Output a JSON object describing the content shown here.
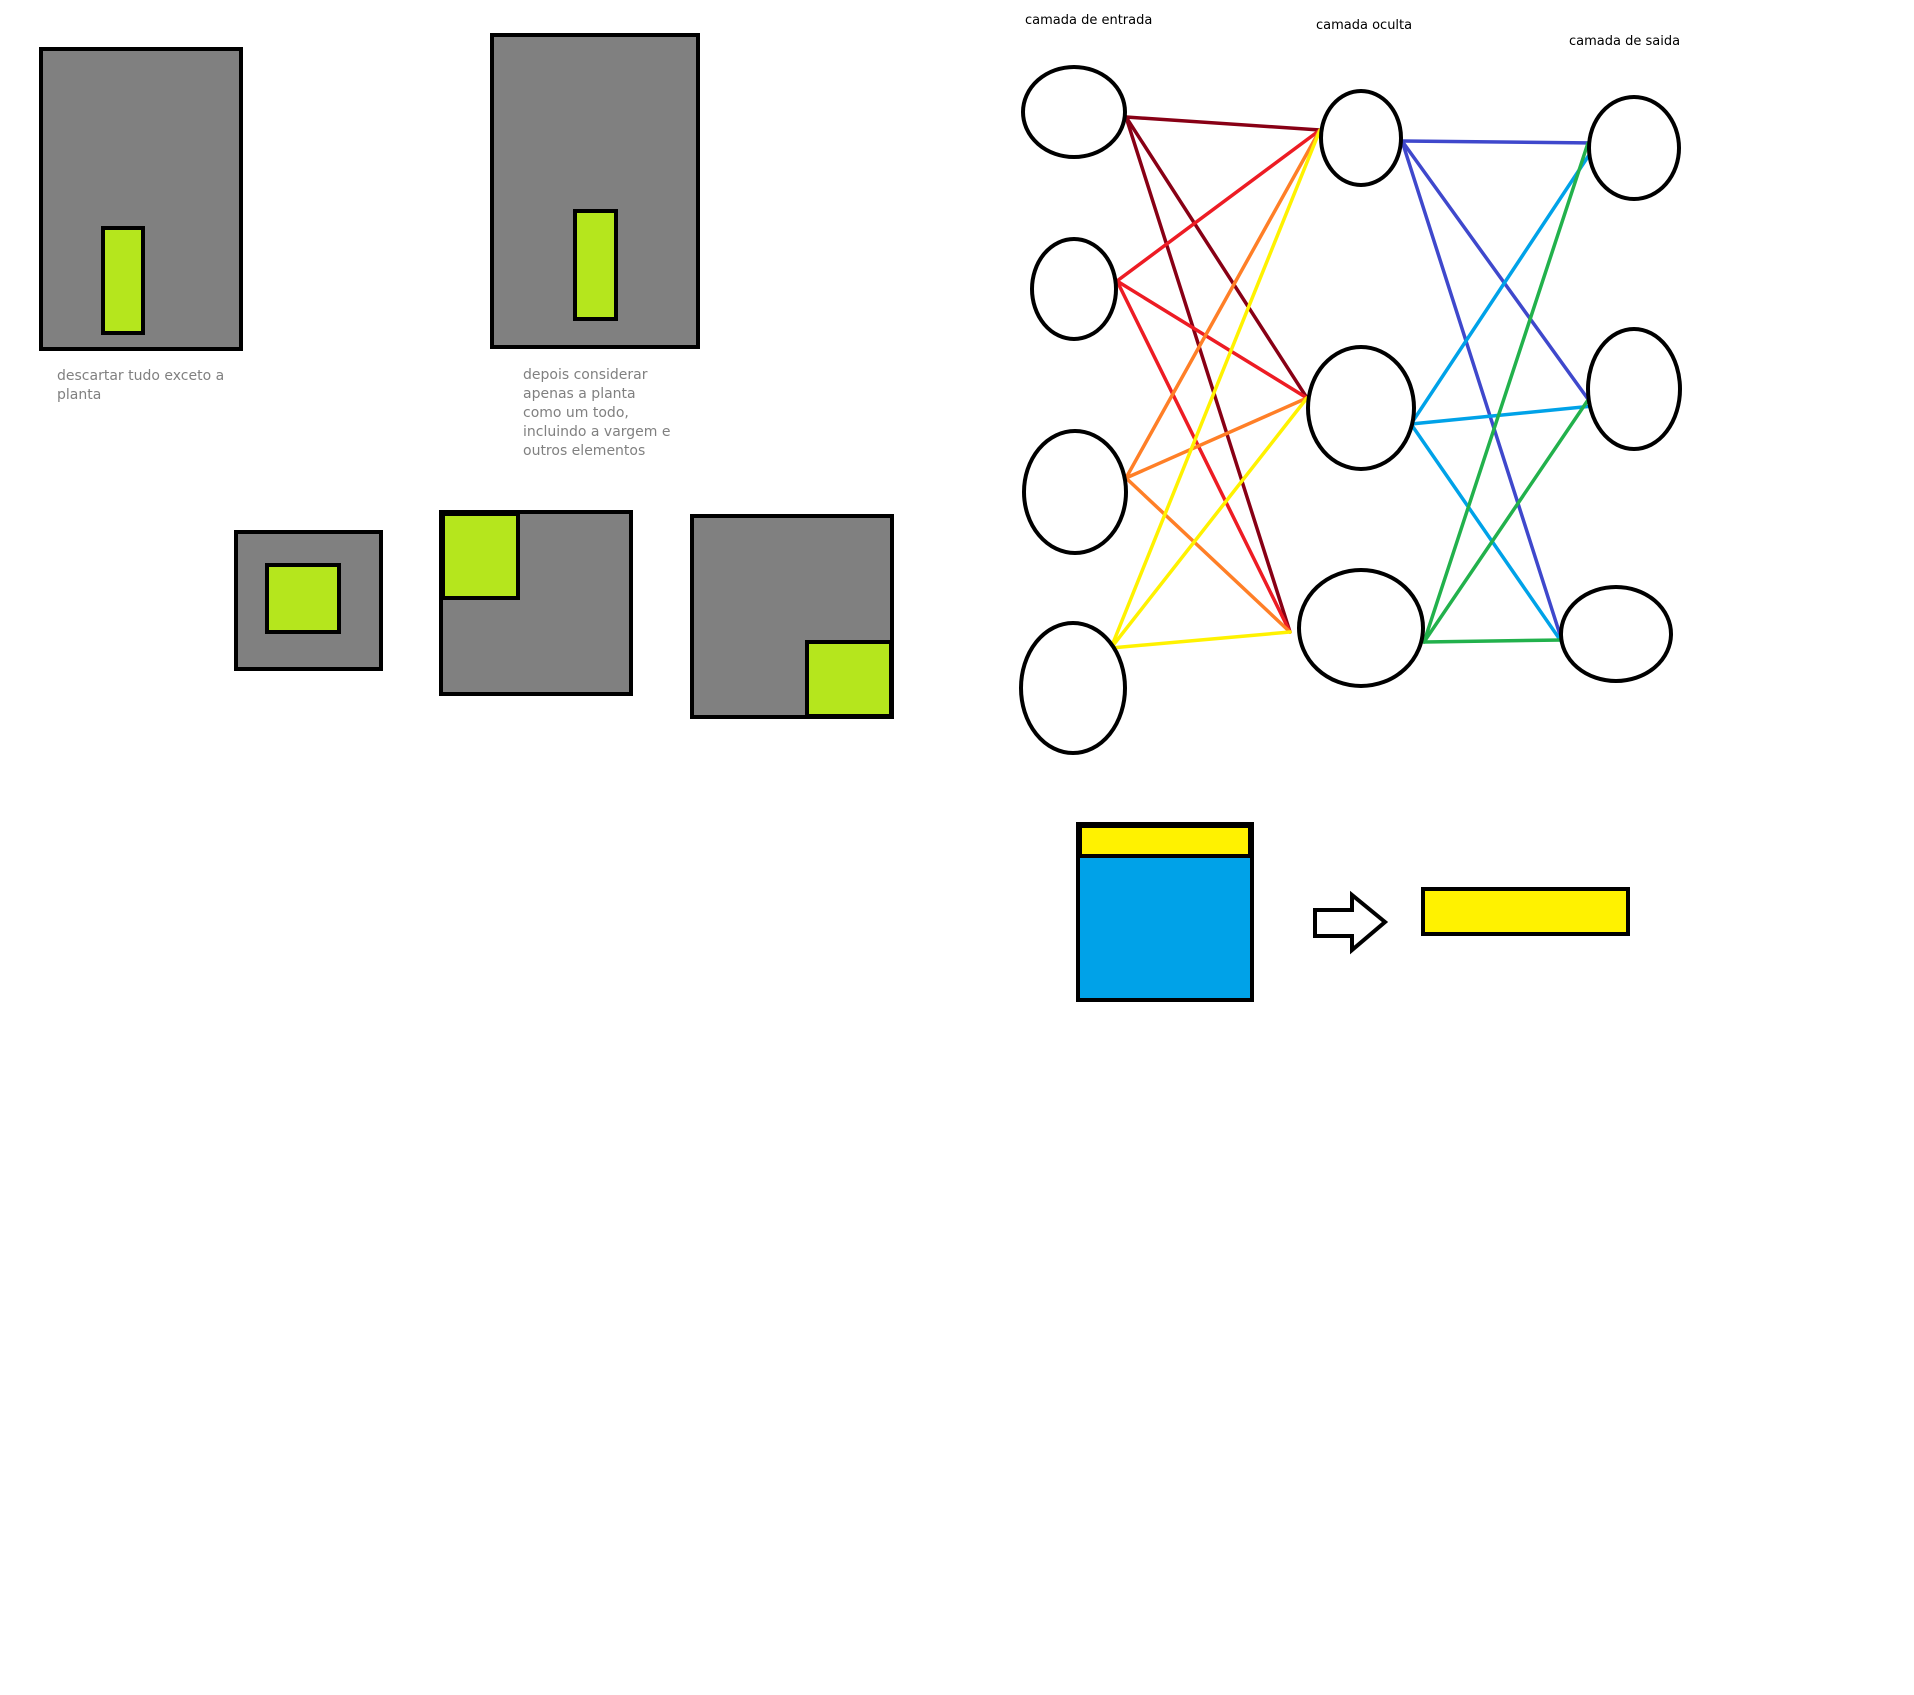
{
  "captions": {
    "discard": "descartar tudo exceto a planta",
    "consider": "depois considerar apenas a planta como um todo, incluindo a vargem e outros elementos"
  },
  "network": {
    "input_label": "camada de entrada",
    "hidden_label": "camada oculta",
    "output_label": "camada de saida"
  },
  "colors": {
    "panel_gray": "#808080",
    "plant_green": "#b5e61d",
    "stroke_black": "#000000",
    "caption_gray": "#808080",
    "water_blue": "#00a2e8",
    "band_yellow": "#fff200",
    "link_dark_red": "#880015",
    "link_red": "#ed1c24",
    "link_orange": "#ff7f27",
    "link_yellow": "#fff200",
    "link_indigo": "#3f48cc",
    "link_sky": "#00a2e8",
    "link_green": "#22b14c"
  }
}
